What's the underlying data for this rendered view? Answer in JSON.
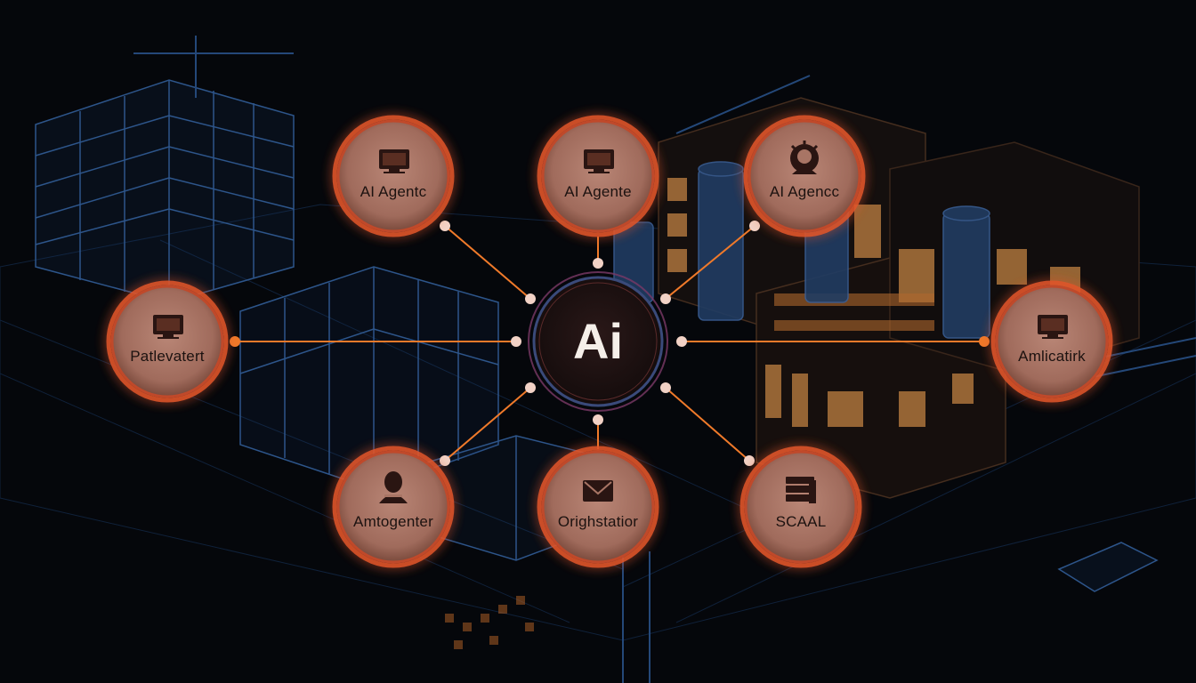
{
  "hub": {
    "label": "Ai",
    "icon": "ai-hub-icon"
  },
  "nodes": [
    {
      "id": "agent-1",
      "label": "AI Agentc",
      "icon": "monitor-icon"
    },
    {
      "id": "agent-2",
      "label": "AI Agente",
      "icon": "monitor-icon"
    },
    {
      "id": "agent-3",
      "label": "AI Agencc",
      "icon": "gear-person-icon"
    },
    {
      "id": "left",
      "label": "Patlevatert",
      "icon": "monitor-icon"
    },
    {
      "id": "right",
      "label": "Amlicatirk",
      "icon": "monitor-icon"
    },
    {
      "id": "bottom-left",
      "label": "Amtogenter",
      "icon": "person-icon"
    },
    {
      "id": "bottom-mid",
      "label": "Orighstatior",
      "icon": "mail-icon"
    },
    {
      "id": "bottom-right",
      "label": "SCAAL",
      "icon": "server-stack-icon"
    }
  ],
  "colors": {
    "background": "#05070b",
    "node_fill": "#a87565",
    "node_glow": "#e0552a",
    "connector": "#f07a2a",
    "hub_fill": "#1e1212",
    "blueprint": "#2a5a9a",
    "window_light": "#f0a050"
  }
}
